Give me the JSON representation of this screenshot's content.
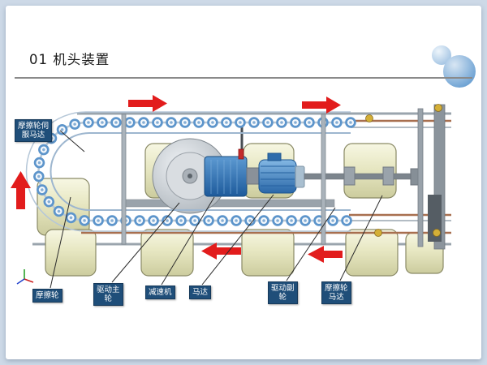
{
  "slide": {
    "title": "01 机头装置"
  },
  "labels": {
    "servo_motor": {
      "lines": [
        "摩擦轮伺",
        "服马达"
      ]
    },
    "friction_wheel": {
      "lines": [
        "摩擦轮"
      ]
    },
    "drive_main_wheel": {
      "lines": [
        "驱动主",
        "轮"
      ]
    },
    "reducer": {
      "lines": [
        "减速机"
      ]
    },
    "motor": {
      "lines": [
        "马达"
      ]
    },
    "drive_sub_wheel": {
      "lines": [
        "驱动副",
        "轮"
      ]
    },
    "friction_wheel_motor": {
      "lines": [
        "摩擦轮",
        "马达"
      ]
    }
  },
  "flow_arrows": [
    {
      "position": "top-left",
      "direction": "right"
    },
    {
      "position": "top-right",
      "direction": "right"
    },
    {
      "position": "left",
      "direction": "up"
    },
    {
      "position": "bottom-middle",
      "direction": "left"
    },
    {
      "position": "bottom-right",
      "direction": "left"
    }
  ],
  "colors": {
    "page_border": "#cdd9e7",
    "slide_background": "#ffffff",
    "label_bg": "#1f4e79",
    "label_text": "#ffffff",
    "arrow_red": "#e21c1c",
    "roller_body": "#e7e7c2",
    "machine_blue": "#2f6fb3",
    "chain_blue": "#5d95cb",
    "frame_gray": "#9aa4ad",
    "pipe_copper": "#a86f4f",
    "decor_circle_blue": "#6fa3d4"
  },
  "icons": {
    "cad_axes_icon": "coordinate-triad",
    "decorative_circles": "two overlapping blue circles"
  }
}
